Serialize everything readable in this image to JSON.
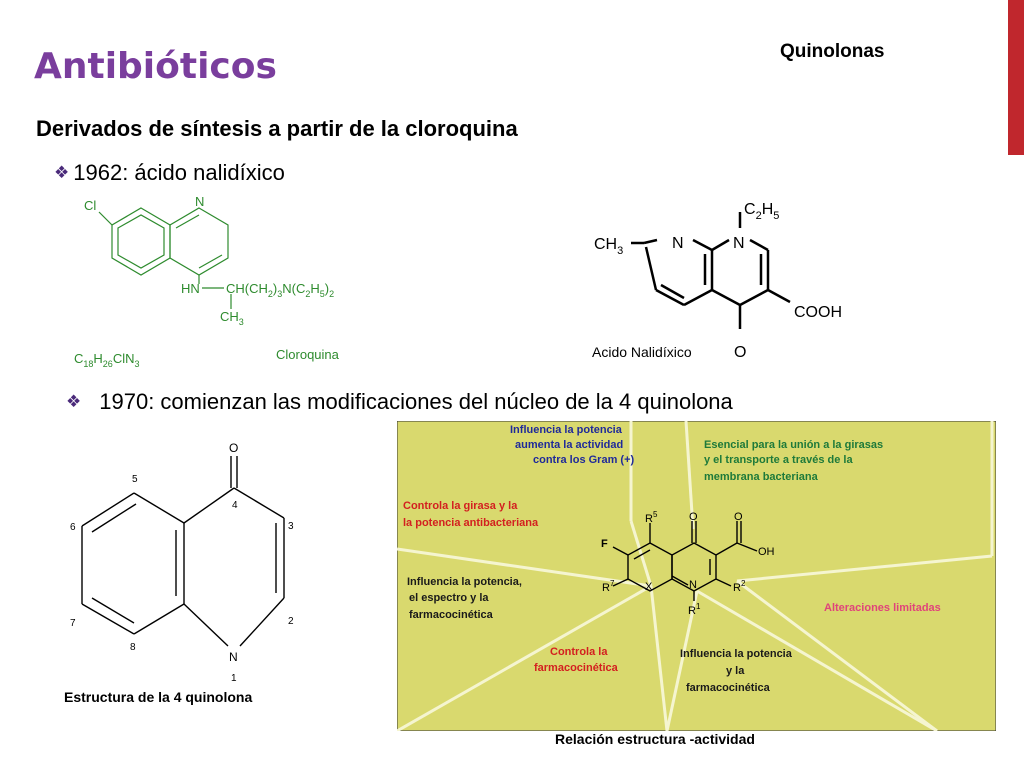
{
  "header": {
    "title": "Antibióticos",
    "section": "Quinolonas",
    "subtitle": "Derivados de síntesis a partir de la cloroquina"
  },
  "bullets": [
    {
      "icon": "diamond-bullet-icon",
      "text": "1962: ácido nalidíxico"
    },
    {
      "icon": "diamond-bullet-icon",
      "text": "1970: comienzan las modificaciones del núcleo de la 4 quinolona"
    }
  ],
  "chloroquine": {
    "cl": "Cl",
    "n": "N",
    "hn": "HN",
    "chain": "CH(CH",
    "sub1": "2",
    "chain2": ")",
    "sub2": "3",
    "chain3": "N(C",
    "sub3": "2",
    "chain4": "H",
    "sub4": "5",
    "chain5": ")",
    "sub5": "2",
    "ch": "CH",
    "ch3sub": "3",
    "formula_c": "C",
    "formula_c_n": "18",
    "formula_h": "H",
    "formula_h_n": "26",
    "formula_rest": "ClN",
    "formula_n_n": "3",
    "name": "Cloroquina"
  },
  "nalidixic": {
    "c2h5_c": "C",
    "c2h5_2": "2",
    "c2h5_h": "H",
    "c2h5_5": "5",
    "ch3": "CH",
    "ch3_3": "3",
    "n1": "N",
    "n2": "N",
    "cooh": "COOH",
    "o": "O",
    "name": "Acido Nalidíxico"
  },
  "quinolone": {
    "o": "O",
    "n": "N",
    "positions": [
      "4",
      "3",
      "2",
      "1",
      "8",
      "7",
      "6",
      "5"
    ],
    "caption": "Estructura de la 4 quinolona"
  },
  "sar": {
    "colors": {
      "background": "#d9d96e",
      "blue": "#1f2a9a",
      "green": "#1e7a3a",
      "red": "#d32020",
      "pink": "#e0447a",
      "dark": "#1a1a1a"
    },
    "labels": {
      "gram_1": "Influencia la potencia",
      "gram_2": "aumenta la actividad",
      "gram_3": "contra los Gram (+)",
      "girasa_1": "Esencial para la unión a la girasas",
      "girasa_2": "y el transporte a través de la",
      "girasa_3": "membrana bacteriana",
      "control_1": "Controla la girasa y la",
      "control_2": "la potencia antibacteriana",
      "espectro_1": "Influencia la potencia,",
      "espectro_2": "el espectro y la",
      "espectro_3": "farmacocinética",
      "alter": "Alteraciones limitadas",
      "pk_1": "Controla la",
      "pk_2": "farmacocinética",
      "ipk_1": "Influencia la potencia",
      "ipk_2": "y la",
      "ipk_3": "farmacocinética"
    },
    "atoms": {
      "r5": "R",
      "r5n": "5",
      "f": "F",
      "r7": "R",
      "r7n": "7",
      "x": "X",
      "n": "N",
      "r1": "R",
      "r1n": "1",
      "r2": "R",
      "r2n": "2",
      "o1": "O",
      "o2": "O",
      "oh": "OH"
    },
    "caption": "Relación estructura -actividad"
  }
}
